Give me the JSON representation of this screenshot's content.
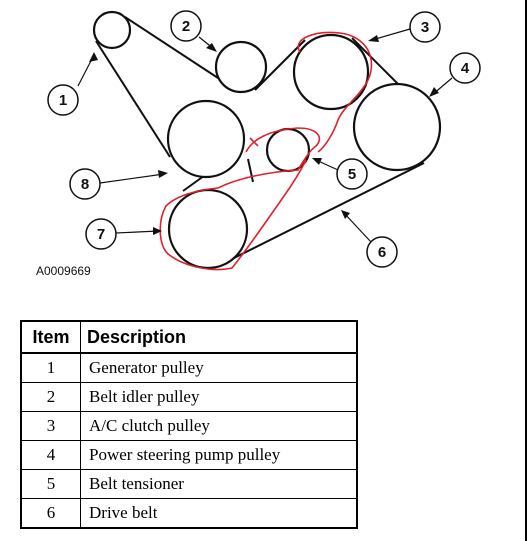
{
  "figure_id": "A0009669",
  "callouts": [
    "1",
    "2",
    "3",
    "4",
    "5",
    "6",
    "7",
    "8"
  ],
  "legend": {
    "headers": {
      "item": "Item",
      "description": "Description"
    },
    "rows": [
      {
        "item": "1",
        "description": "Generator pulley"
      },
      {
        "item": "2",
        "description": "Belt idler pulley"
      },
      {
        "item": "3",
        "description": "A/C clutch pulley"
      },
      {
        "item": "4",
        "description": "Power steering pump pulley"
      },
      {
        "item": "5",
        "description": "Belt tensioner"
      },
      {
        "item": "6",
        "description": "Drive belt"
      }
    ]
  },
  "colors": {
    "line": "#111111",
    "annotation": "#e0202a"
  }
}
